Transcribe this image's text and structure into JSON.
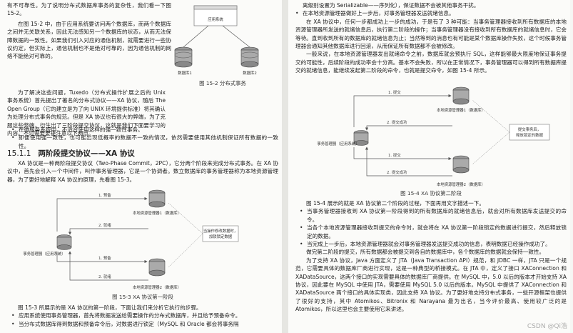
{
  "left": {
    "p_top": "有不可靠性。为了说明分布式数据库事务的复杂性，我们看一下图 15-2。",
    "p_fig_intro": "在图 15-2 中，由于应用系统要访问两个数据库，而两个数据库之间并无关联关系，因此无法感知另一个数据库的状态，从而无法保障数据的一致性。如果我们引入对应的通信机制，就需要进行一些协议约定，但实际上，通信机制也不是绝对可靠的，因为通信机制的网络不能绝对可靠的。",
    "p_solution": "为了解决这些问题，Tuxedo（分布式操作扩展之后的 Unix 事务系统）首先提出了著名的分布式协议——XA 协议，随后 The Open Group（它的建立是为了向 UNIX 环境提供标准）将其确认为处理分布式事务的规范。但是 XA 协议也有很大的弊端，为了克服这些弊端，衍生出了三阶段提交协议，这就是我们下面要学习的内容。不过需要要提注意以下两点。",
    "bullets1": [
      "在微服务系统中，不适合使用这样的强一致性事务。",
      "即便使用强一致性，也可能出现低概率的数据不一致的情况，依然需要使用其他机制保证所有数据的一致性。"
    ],
    "heading_num": "15.1.1",
    "heading_text": "两阶段提交协议——XA 协议",
    "p_xa": "XA 协议是一种两阶段提交协议（Two-Phase Commit，2PC），它分两个阶段来完成分布式事务。在 XA 协议中，首先会引入一个中间件，叫作事务管理器，它是一个协调者。数立数据库的事务管理器称为本地资源管理器，为了更好地解释 XA 协议的原理，先看图 15-3。",
    "fig2": {
      "app": "应用系统",
      "db1": "数据库1",
      "db2": "数据库2",
      "caption": "图 15-2    分布式事务"
    },
    "fig3": {
      "arrow1": "1. 预备",
      "rm1": "本地资源管理器1（数据库）",
      "arrow2": "2. 就绪",
      "note_l1": "当操作修改数据时，",
      "note_l2": "加锁锁定数据",
      "arrow3": "1. 预备",
      "tm": "事务管理器（应用系统）",
      "arrow4": "2. 就绪",
      "rm2": "本地资源管理器2（数据库）",
      "caption": "图 15-3    XA 协议第一阶段"
    },
    "p_fig3": "图 15-3 所展示的是 XA 协议的第一阶段，下面让我们来分析它执行的步骤。",
    "bullets2": [
      "应用系统使用事务管理器，首先将数据发送给需要操作的分布式数据库，并且给予预备命令。",
      "当分布式数据库得到数据和预备命令后，对数据进行锁定（MySQL 和 Oracle 都会将事务隔"
    ]
  },
  "right": {
    "p_top_cont": "离级别设置为 Serializable——序列化），保证数据不会被其他事务干扰。",
    "bullets1": [
      "在本地资源管理器做好上一步后，对事务管理器发送就绪信息。"
    ],
    "p1": "在 XA 协议中，任何一步都成功上一步的成功，于是有了 3 种可能：当事务管理器接收到所有数据库的本地资源管理器所发送的就绪信息后，执行第二阶段的操作；当事务管理器没有接收到所有数据库的就绪信息时，它会等待。直到收到所有的数据库的就绪信息为止；当然等到的消息也有可能是某个数据库操作失败，这个时候事务管理器会通知其他数据库进行回滚，从而保证所有数据都不会被修改。",
    "p2": "一般来说，在本地资源管理器发出就绪命令之前，数据库就会预执行 SQL，这样能够最大限度地保证事务提交的可能性，后续阶段的成功率会十分高。基本不会失败，所以在正常情况下，事务管理器可以得到所有数据库提交的就绪信息，能继续发起第二阶段的命令，也就是提交命令，如图 15-4 所示。",
    "fig4": {
      "arrow1": "1. 提交",
      "rm1": "本地资源管理器1（数据库）",
      "arrow2": "2. 提交成功",
      "note_l1": "提交事务后，",
      "note_l2": "释放锁定的数据",
      "arrow3": "1. 提交",
      "tm": "事务管理器（应用系统）",
      "arrow4": "2. 提交成功",
      "rm2": "本地资源管理器2（数据库）",
      "caption": "图 15-4    XA 协议第二阶段"
    },
    "p3": "图 15-4 展示的就是 XA 协议第二个阶段的过程，下面再用文字描述一下。",
    "bullets2": [
      "当事务管理器接收到 XA 协议第一阶段得到的所有数据库的就绪信息后，就会对所有数据库发送提交的命令。",
      "当各个本地资源管理器接收到提交的命令时，就会将在 XA 协议第一阶段锁定的数据进行提交，然后释放锁定的数据。",
      "当完成上一步后，本地资源管理器就会对事务管理器发送提交成功的信息，表明数据已经操作成功了。"
    ],
    "p4": "做完第二阶段的提交，所有数据都会被提交到各自的数据库中，各个数据库的数据就会保持一致性。",
    "p5": "为了支持 XA 协议，Java 方面定义了 JTA（Java Transaction API）规范，和 JDBC 一样，JTA 只是一个规范，它需要具体的数据库厂商进行实现，这是一种典型的桥接模式。在 JTA 中，定义了接口 XAConnection 和 XADataSource，这两个接口的实现需要具体的数据库厂商提供。在 MySQL 中，5.0 以后的版本才开始支持 XA 协议，因此要在 MySQL 中使用 JTA，需要使用 MySQL 5.0 以后的版本。MySQL 中提供了 XAConnection 和 XADataSource 两个接口的具体实现类，因此支持 XA 协议。为了更好地支持分布式事务，一些开源框架也提供了很好的支持，其中 Atomikos、Bitronix 和 Narayana 最为出名，当今评价最高、使用较广泛的是 Atomikos，所以这里也会主要使用它来讲述。"
  },
  "watermark": "CSDN @Qi浩"
}
